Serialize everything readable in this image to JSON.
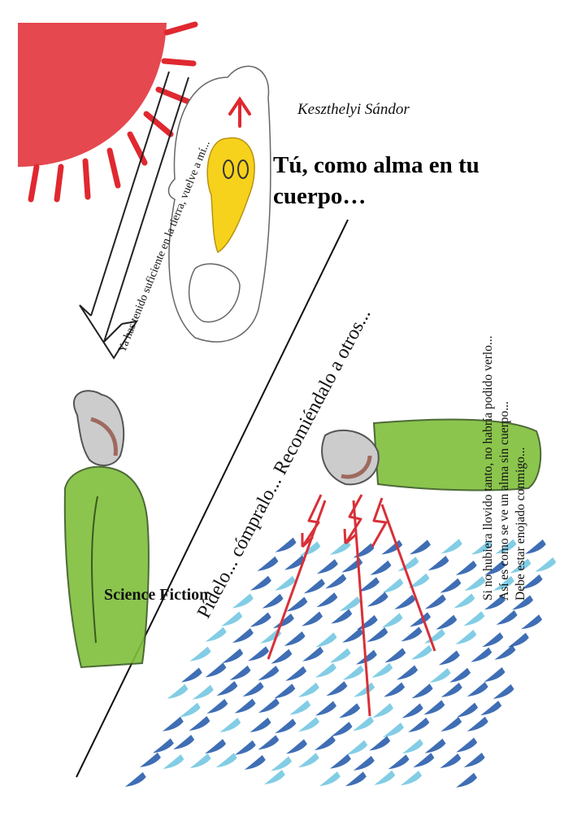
{
  "author": "Keszthelyi Sándor",
  "title": "Tú, como alma en tu cuerpo…",
  "genre": "Science Fiction",
  "arrow_text": "Ya has tenido suficiente en la tierra, vuelve a mí...",
  "promo_text": "Pídelo... cómpralo... Recomiéndalo a otros...",
  "verse_lines": [
    "Si no hubiera llovido tanto, no habría podido verlo...",
    "Así es como se ve un alma sin cuerpo...",
    "Debe estar enojado conmigo..."
  ],
  "colors": {
    "sun": "#e02830",
    "soul": "#f7d21c",
    "shirt": "#7fbf3a",
    "rain_dark": "#1d55a8",
    "rain_light": "#6cc4e0",
    "lightning": "#d83038"
  }
}
